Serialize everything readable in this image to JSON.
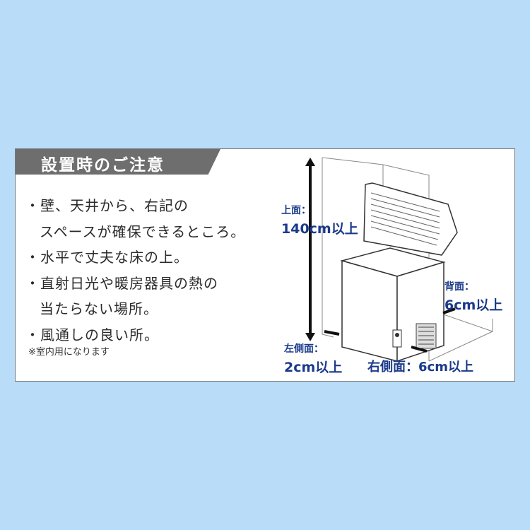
{
  "title": "設置時のご注意",
  "notes": [
    "・壁、天井から、右記の",
    "スペースが確保できるところ。",
    "・水平で丈夫な床の上。",
    "・直射日光や暖房器具の熱の",
    "当たらない場所。",
    "・風通しの良い所。"
  ],
  "footnote": "※室内用になります",
  "diagram": {
    "top_label": "上面：",
    "top_value": "140cm以上",
    "back_label": "背面：",
    "back_value": "6cm以上",
    "left_label": "左側面：",
    "left_value": "2cm以上",
    "right_label": "右側面：6cm以上"
  },
  "colors": {
    "background": "#b9dcf8",
    "title_bar": "#6e6e6e",
    "label_blue": "#1a3a8a"
  }
}
